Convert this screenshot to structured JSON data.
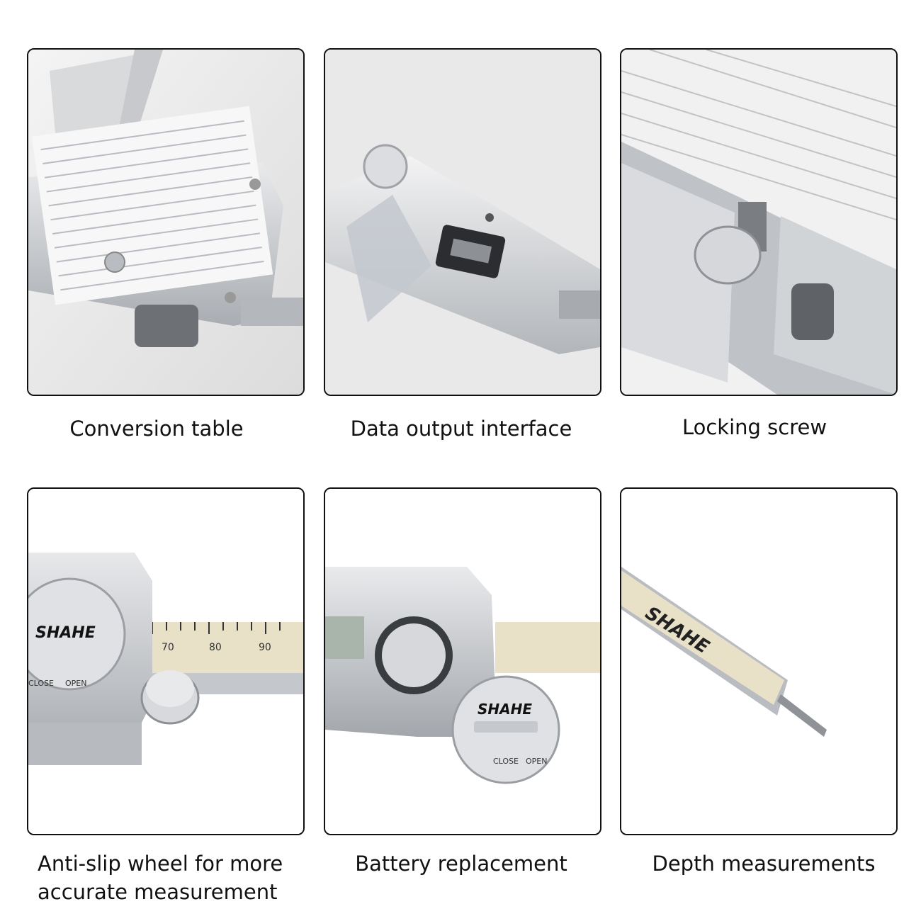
{
  "brand": "SHAHE",
  "panels": [
    {
      "caption": "Conversion table",
      "photo": "caliper-conversion-table-photo"
    },
    {
      "caption": "Data output interface",
      "photo": "caliper-data-port-photo"
    },
    {
      "caption": "Locking screw",
      "photo": "caliper-locking-screw-photo"
    },
    {
      "caption_line1": "Anti-slip wheel for more",
      "caption_line2": "accurate measurement",
      "photo": "caliper-thumb-wheel-photo"
    },
    {
      "caption": "Battery replacement",
      "photo": "caliper-battery-cover-photo"
    },
    {
      "caption": "Depth measurements",
      "photo": "caliper-depth-rod-photo"
    }
  ],
  "battery_cover": {
    "close": "CLOSE",
    "open": "OPEN"
  },
  "scale_marks": [
    "70",
    "80",
    "90"
  ],
  "colors": {
    "frame": "#111111",
    "steel": "#c9ccd0",
    "scale": "#e8e1c8"
  }
}
